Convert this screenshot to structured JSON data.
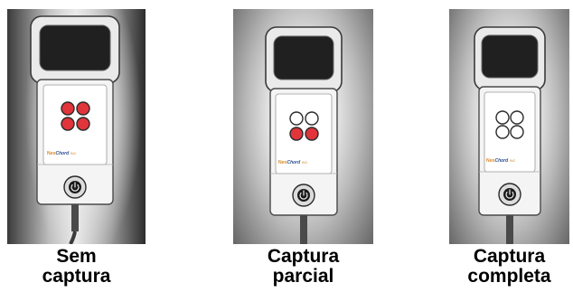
{
  "panels": [
    {
      "caption_line1": "Sem",
      "caption_line2": "captura",
      "logo": {
        "brand_a": "Neo",
        "brand_b": "Chord",
        "suffix": "INC"
      },
      "lights_active": 4,
      "lights_total": 4
    },
    {
      "caption_line1": "Captura",
      "caption_line2": "parcial",
      "logo": {
        "brand_a": "Neo",
        "brand_b": "Chord",
        "suffix": "INC"
      },
      "lights_active": 2,
      "lights_total": 4
    },
    {
      "caption_line1": "Captura",
      "caption_line2": "completa",
      "logo": {
        "brand_a": "Neo",
        "brand_b": "Chord",
        "suffix": "INC"
      },
      "lights_active": 0,
      "lights_total": 4
    }
  ],
  "colors": {
    "light_on": "#e0353a",
    "light_off": "#ffffff",
    "light_outline": "#2a2a2a",
    "device_body": "#f4f4f4",
    "device_outline": "#4a4a4a"
  }
}
